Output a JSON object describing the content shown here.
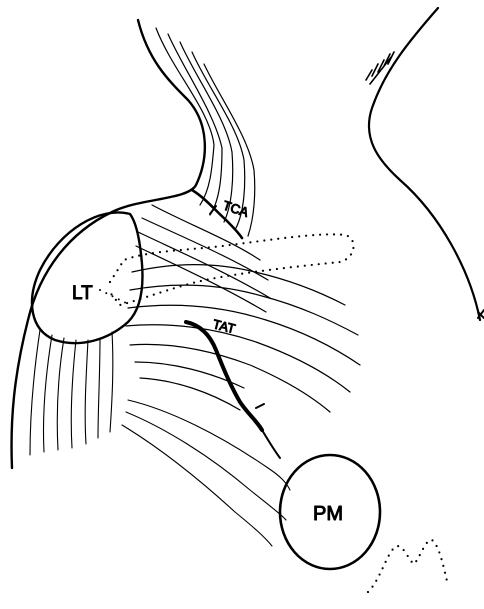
{
  "labels": {
    "lt": "LT",
    "tca": "TCA",
    "tat": "TAT",
    "pm": "PM"
  }
}
